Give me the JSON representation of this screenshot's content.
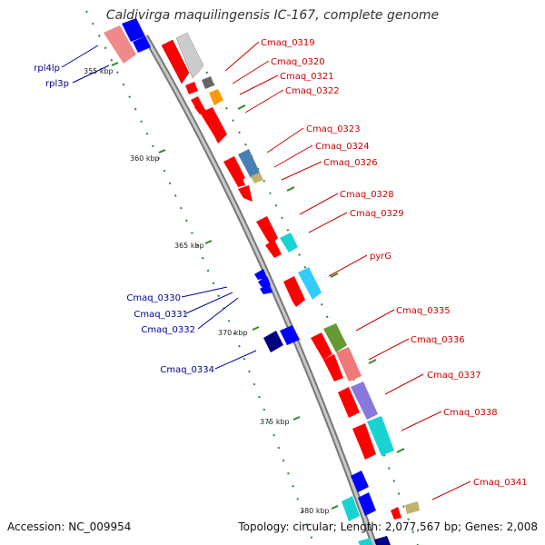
{
  "title": "Caldivirga maquilingensis IC-167, complete genome",
  "footer": {
    "accession": "Accession: NC_009954",
    "topology": "Topology: circular; Length: 2,077,567 bp; Genes: 2,008"
  },
  "kbp_labels": [
    "355 kbp",
    "360 kbp",
    "365 kbp",
    "370 kbp",
    "375 kbp",
    "380 kbp"
  ],
  "gene_labels_red": [
    "Cmaq_0319",
    "Cmaq_0320",
    "Cmaq_0321",
    "Cmaq_0322",
    "Cmaq_0323",
    "Cmaq_0324",
    "Cmaq_0326",
    "Cmaq_0328",
    "Cmaq_0329",
    "pyrG",
    "Cmaq_0335",
    "Cmaq_0336",
    "Cmaq_0337",
    "Cmaq_0338",
    "Cmaq_0341"
  ],
  "gene_labels_blue": [
    "rpl4lp",
    "rpl3p",
    "Cmaq_0330",
    "Cmaq_0331",
    "Cmaq_0332",
    "Cmaq_0334"
  ],
  "colors": {
    "forward_label": "#cc0000",
    "reverse_label": "#000099",
    "backbone": "#999999",
    "tick": "#2a8a2a",
    "red": "#ff0000",
    "pink": "#f08a8a",
    "grey": "#cccccc",
    "dark_grey": "#666666",
    "orange": "#ff9900",
    "steel": "#4a7fb5",
    "khaki": "#c2b16a",
    "cyan": "#19d3d3",
    "sky": "#33ccff",
    "olive": "#669933",
    "salmon": "#f07878",
    "lavender": "#8877dd",
    "blue": "#0000ff",
    "navy": "#000080"
  }
}
